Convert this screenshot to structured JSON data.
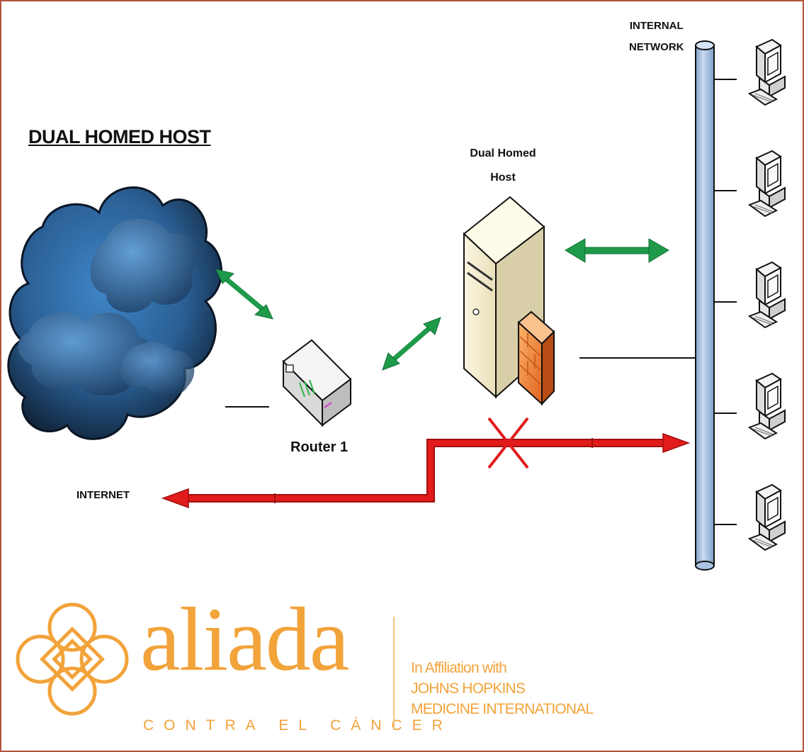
{
  "title": "DUAL HOMED HOST",
  "internal_network": {
    "line1": "INTERNAL",
    "line2": "NETWORK"
  },
  "host_label": {
    "line1": "Dual Homed",
    "line2": "Host"
  },
  "router_label": "Router 1",
  "internet_label": "INTERNET",
  "computers": [
    "computer",
    "computer",
    "computer",
    "computer",
    "computer"
  ],
  "logo": {
    "name": "aliada",
    "tagline": "CONTRA EL CÁNCER",
    "affiliation": [
      "In Affiliation with",
      "JOHNS HOPKINS",
      "MEDICINE INTERNATIONAL"
    ]
  },
  "colors": {
    "border": "#b5533d",
    "flow_arrow": "#1f9a4a",
    "blocked_arrow": "#e21b1b",
    "network_bus": "#a9c3e3",
    "brand": "#f2a33a"
  }
}
